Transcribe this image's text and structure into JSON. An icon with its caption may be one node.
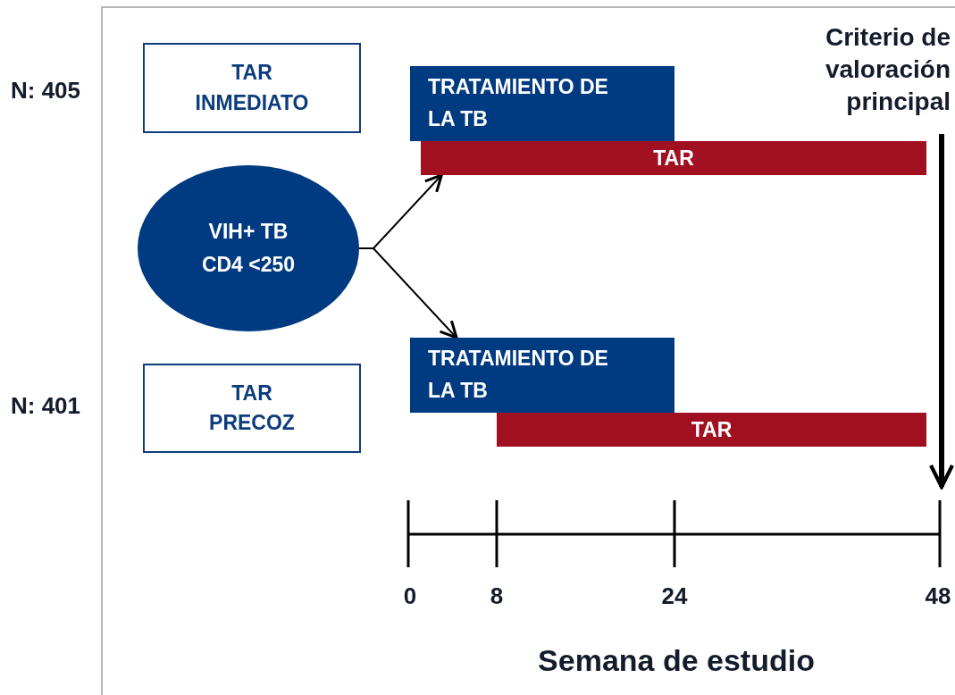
{
  "diagram": {
    "nodes": [
      {
        "text": [
          "TAR INMEDIATO"
        ]
      },
      {
        "text": [
          "VIH+ TB CD4 <250"
        ]
      },
      {
        "text": [
          "TAR PRECOZ"
        ]
      },
      {
        "text": [
          "TRATAMIENTO DE LA TB"
        ]
      },
      {
        "text": [
          "TAR"
        ]
      },
      {
        "text": [
          "TRATAMIENTO DE LA TB"
        ]
      },
      {
        "text": [
          "TAR"
        ]
      },
      {
        "text": [
          "Criterio de valoración principal"
        ]
      }
    ],
    "edges": [
      {
        "from": 1,
        "to": 4,
        "arrow": "to"
      },
      {
        "from": 1,
        "to": 5,
        "arrow": "to"
      },
      {
        "from": 7,
        "to": null,
        "arrow": "to",
        "style": "thick"
      }
    ],
    "labels": [
      "N: 405",
      "N: 401",
      "0",
      "8",
      "24",
      "48",
      "Semana de estudio"
    ]
  }
}
